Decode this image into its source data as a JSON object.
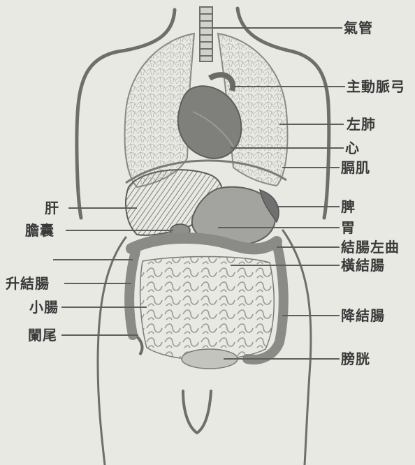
{
  "labels_right": [
    {
      "id": "trachea",
      "text": "氣管"
    },
    {
      "id": "aortic-arch",
      "text": "主動脈弓"
    },
    {
      "id": "left-lung",
      "text": "左肺"
    },
    {
      "id": "heart",
      "text": "心"
    },
    {
      "id": "diaphragm",
      "text": "膈肌"
    },
    {
      "id": "spleen",
      "text": "脾"
    },
    {
      "id": "stomach",
      "text": "胃"
    },
    {
      "id": "left-colic-flexure",
      "text": "結腸左曲"
    },
    {
      "id": "transverse-colon",
      "text": "橫結腸"
    },
    {
      "id": "descending-colon",
      "text": "降結腸"
    },
    {
      "id": "bladder",
      "text": "膀胱"
    }
  ],
  "labels_left": [
    {
      "id": "liver",
      "text": "肝"
    },
    {
      "id": "gallbladder",
      "text": "膽囊"
    },
    {
      "id": "ascending-colon",
      "text": "升結腸"
    },
    {
      "id": "small-intestine",
      "text": "小腸"
    },
    {
      "id": "appendix",
      "text": "闌尾"
    }
  ],
  "colors": {
    "paper": "#e9e9e4",
    "ink": "#3a3a3a",
    "organ": "#8a8a86",
    "lung_mesh": "#b2b2ae"
  }
}
